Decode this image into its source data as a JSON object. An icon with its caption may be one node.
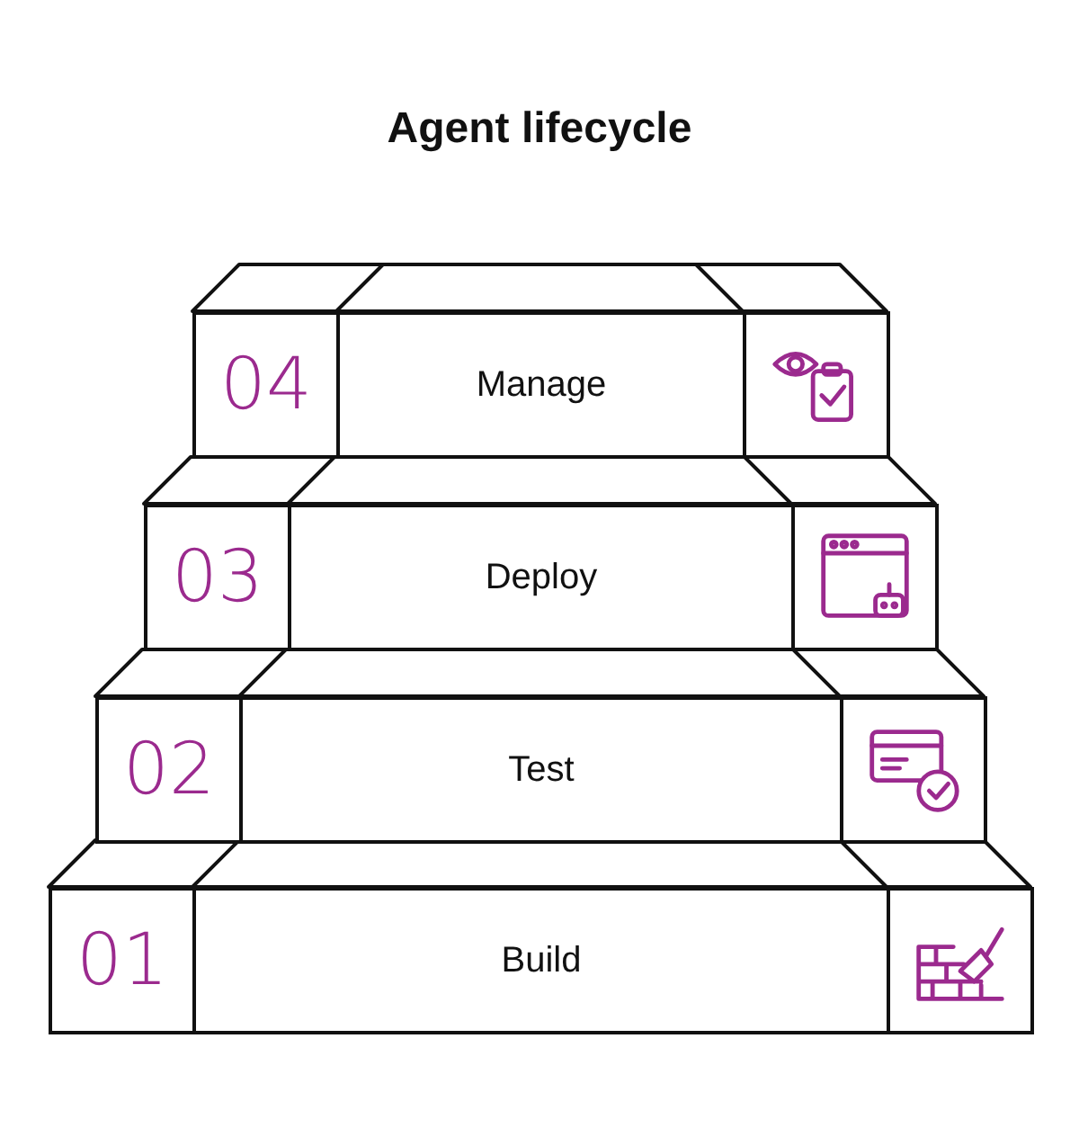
{
  "diagram": {
    "title": "Agent lifecycle",
    "nodes": [
      {
        "text": [
          "04"
        ]
      },
      {
        "text": [
          "Manage"
        ]
      },
      {
        "text": [],
        "shape": "picture"
      },
      {
        "text": [
          "03"
        ]
      },
      {
        "text": [
          "Deploy"
        ]
      },
      {
        "text": [],
        "shape": "picture"
      },
      {
        "text": [
          "02"
        ]
      },
      {
        "text": [
          "Test"
        ]
      },
      {
        "text": [],
        "shape": "picture"
      },
      {
        "text": [
          "01"
        ]
      },
      {
        "text": [
          "Build"
        ]
      },
      {
        "text": [],
        "shape": "picture"
      }
    ],
    "edges": []
  }
}
